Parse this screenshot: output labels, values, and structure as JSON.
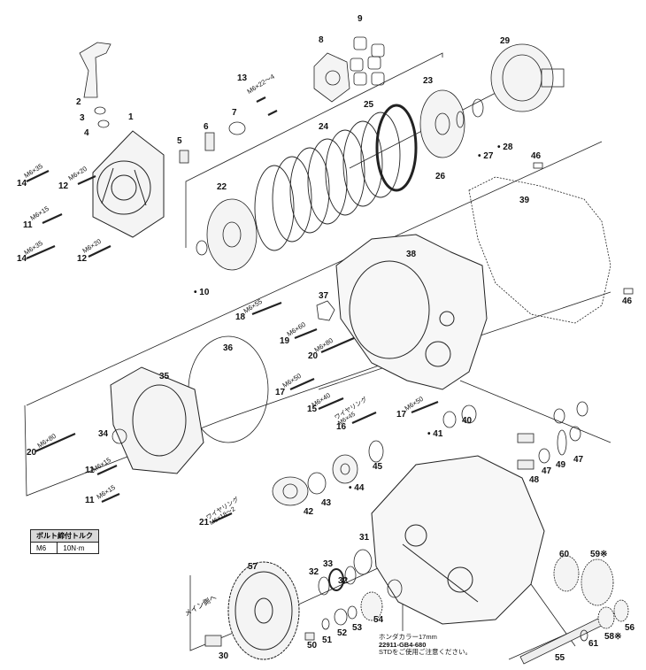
{
  "parts": [
    {
      "id": "n1",
      "text": "1"
    },
    {
      "id": "n2",
      "text": "2"
    },
    {
      "id": "n3",
      "text": "3"
    },
    {
      "id": "n4",
      "text": "4"
    },
    {
      "id": "n5",
      "text": "5"
    },
    {
      "id": "n6",
      "text": "6"
    },
    {
      "id": "n7",
      "text": "7"
    },
    {
      "id": "n8",
      "text": "8"
    },
    {
      "id": "n9",
      "text": "9"
    },
    {
      "id": "n10",
      "text": "• 10"
    },
    {
      "id": "n11a",
      "text": "11"
    },
    {
      "id": "n11b",
      "text": "11"
    },
    {
      "id": "n11c",
      "text": "11"
    },
    {
      "id": "n12a",
      "text": "12"
    },
    {
      "id": "n12b",
      "text": "12"
    },
    {
      "id": "n13",
      "text": "13"
    },
    {
      "id": "n14a",
      "text": "14"
    },
    {
      "id": "n14b",
      "text": "14"
    },
    {
      "id": "n15",
      "text": "15"
    },
    {
      "id": "n16",
      "text": "16"
    },
    {
      "id": "n17a",
      "text": "17"
    },
    {
      "id": "n17b",
      "text": "17"
    },
    {
      "id": "n18",
      "text": "18"
    },
    {
      "id": "n19",
      "text": "19"
    },
    {
      "id": "n20a",
      "text": "20"
    },
    {
      "id": "n20b",
      "text": "20"
    },
    {
      "id": "n21",
      "text": "21"
    },
    {
      "id": "n22",
      "text": "22"
    },
    {
      "id": "n23",
      "text": "23"
    },
    {
      "id": "n24",
      "text": "24"
    },
    {
      "id": "n25",
      "text": "25"
    },
    {
      "id": "n26",
      "text": "26"
    },
    {
      "id": "n27",
      "text": "• 27"
    },
    {
      "id": "n28",
      "text": "• 28"
    },
    {
      "id": "n29",
      "text": "29"
    },
    {
      "id": "n30",
      "text": "30"
    },
    {
      "id": "n31",
      "text": "31"
    },
    {
      "id": "n32a",
      "text": "32"
    },
    {
      "id": "n32b",
      "text": "32"
    },
    {
      "id": "n33",
      "text": "33"
    },
    {
      "id": "n34",
      "text": "34"
    },
    {
      "id": "n35",
      "text": "35"
    },
    {
      "id": "n36",
      "text": "36"
    },
    {
      "id": "n37",
      "text": "37"
    },
    {
      "id": "n38",
      "text": "38"
    },
    {
      "id": "n39",
      "text": "39"
    },
    {
      "id": "n40",
      "text": "40"
    },
    {
      "id": "n41",
      "text": "• 41"
    },
    {
      "id": "n42",
      "text": "42"
    },
    {
      "id": "n43",
      "text": "43"
    },
    {
      "id": "n44",
      "text": "• 44"
    },
    {
      "id": "n45",
      "text": "45"
    },
    {
      "id": "n46a",
      "text": "46"
    },
    {
      "id": "n46b",
      "text": "46"
    },
    {
      "id": "n47a",
      "text": "47"
    },
    {
      "id": "n47b",
      "text": "47"
    },
    {
      "id": "n48",
      "text": "48"
    },
    {
      "id": "n49",
      "text": "49"
    },
    {
      "id": "n50",
      "text": "50"
    },
    {
      "id": "n51",
      "text": "51"
    },
    {
      "id": "n52",
      "text": "52"
    },
    {
      "id": "n53",
      "text": "53"
    },
    {
      "id": "n54",
      "text": "54"
    },
    {
      "id": "n55",
      "text": "55"
    },
    {
      "id": "n56",
      "text": "56"
    },
    {
      "id": "n57",
      "text": "57"
    },
    {
      "id": "n58",
      "text": "58※"
    },
    {
      "id": "n59",
      "text": "59※"
    },
    {
      "id": "n60",
      "text": "60"
    },
    {
      "id": "n61",
      "text": "61"
    }
  ],
  "specs": [
    {
      "id": "s13",
      "text": "M6×22～4"
    },
    {
      "id": "s14a",
      "text": "M6×35"
    },
    {
      "id": "s12a",
      "text": "M6×20"
    },
    {
      "id": "s11a",
      "text": "M6×15"
    },
    {
      "id": "s14b",
      "text": "M6×35"
    },
    {
      "id": "s12b",
      "text": "M6×20"
    },
    {
      "id": "s18",
      "text": "M6×55"
    },
    {
      "id": "s19",
      "text": "M6×60"
    },
    {
      "id": "s20a",
      "text": "M6×80"
    },
    {
      "id": "s17a",
      "text": "M6×50"
    },
    {
      "id": "s15",
      "text": "M6×40"
    },
    {
      "id": "s17b",
      "text": "M6×50"
    },
    {
      "id": "s20b",
      "text": "M6×80"
    },
    {
      "id": "s11b",
      "text": "M6×15"
    },
    {
      "id": "s11c",
      "text": "M6×15"
    }
  ],
  "specs2": [
    {
      "id": "s16",
      "line1": "ワイヤリング",
      "line2": "M6×45"
    },
    {
      "id": "s21",
      "line1": "ワイヤリング",
      "line2": "M6×18～2"
    }
  ],
  "torque_table": {
    "header": "ボルト締付トルク",
    "size": "M6",
    "value": "10N·m"
  },
  "main_side_note": "メイン側へ",
  "honda_note": {
    "line1": "ホンダカラー17mm",
    "line2": "22911-GB4-680",
    "line3": "STDをご使用ご注意ください。"
  }
}
